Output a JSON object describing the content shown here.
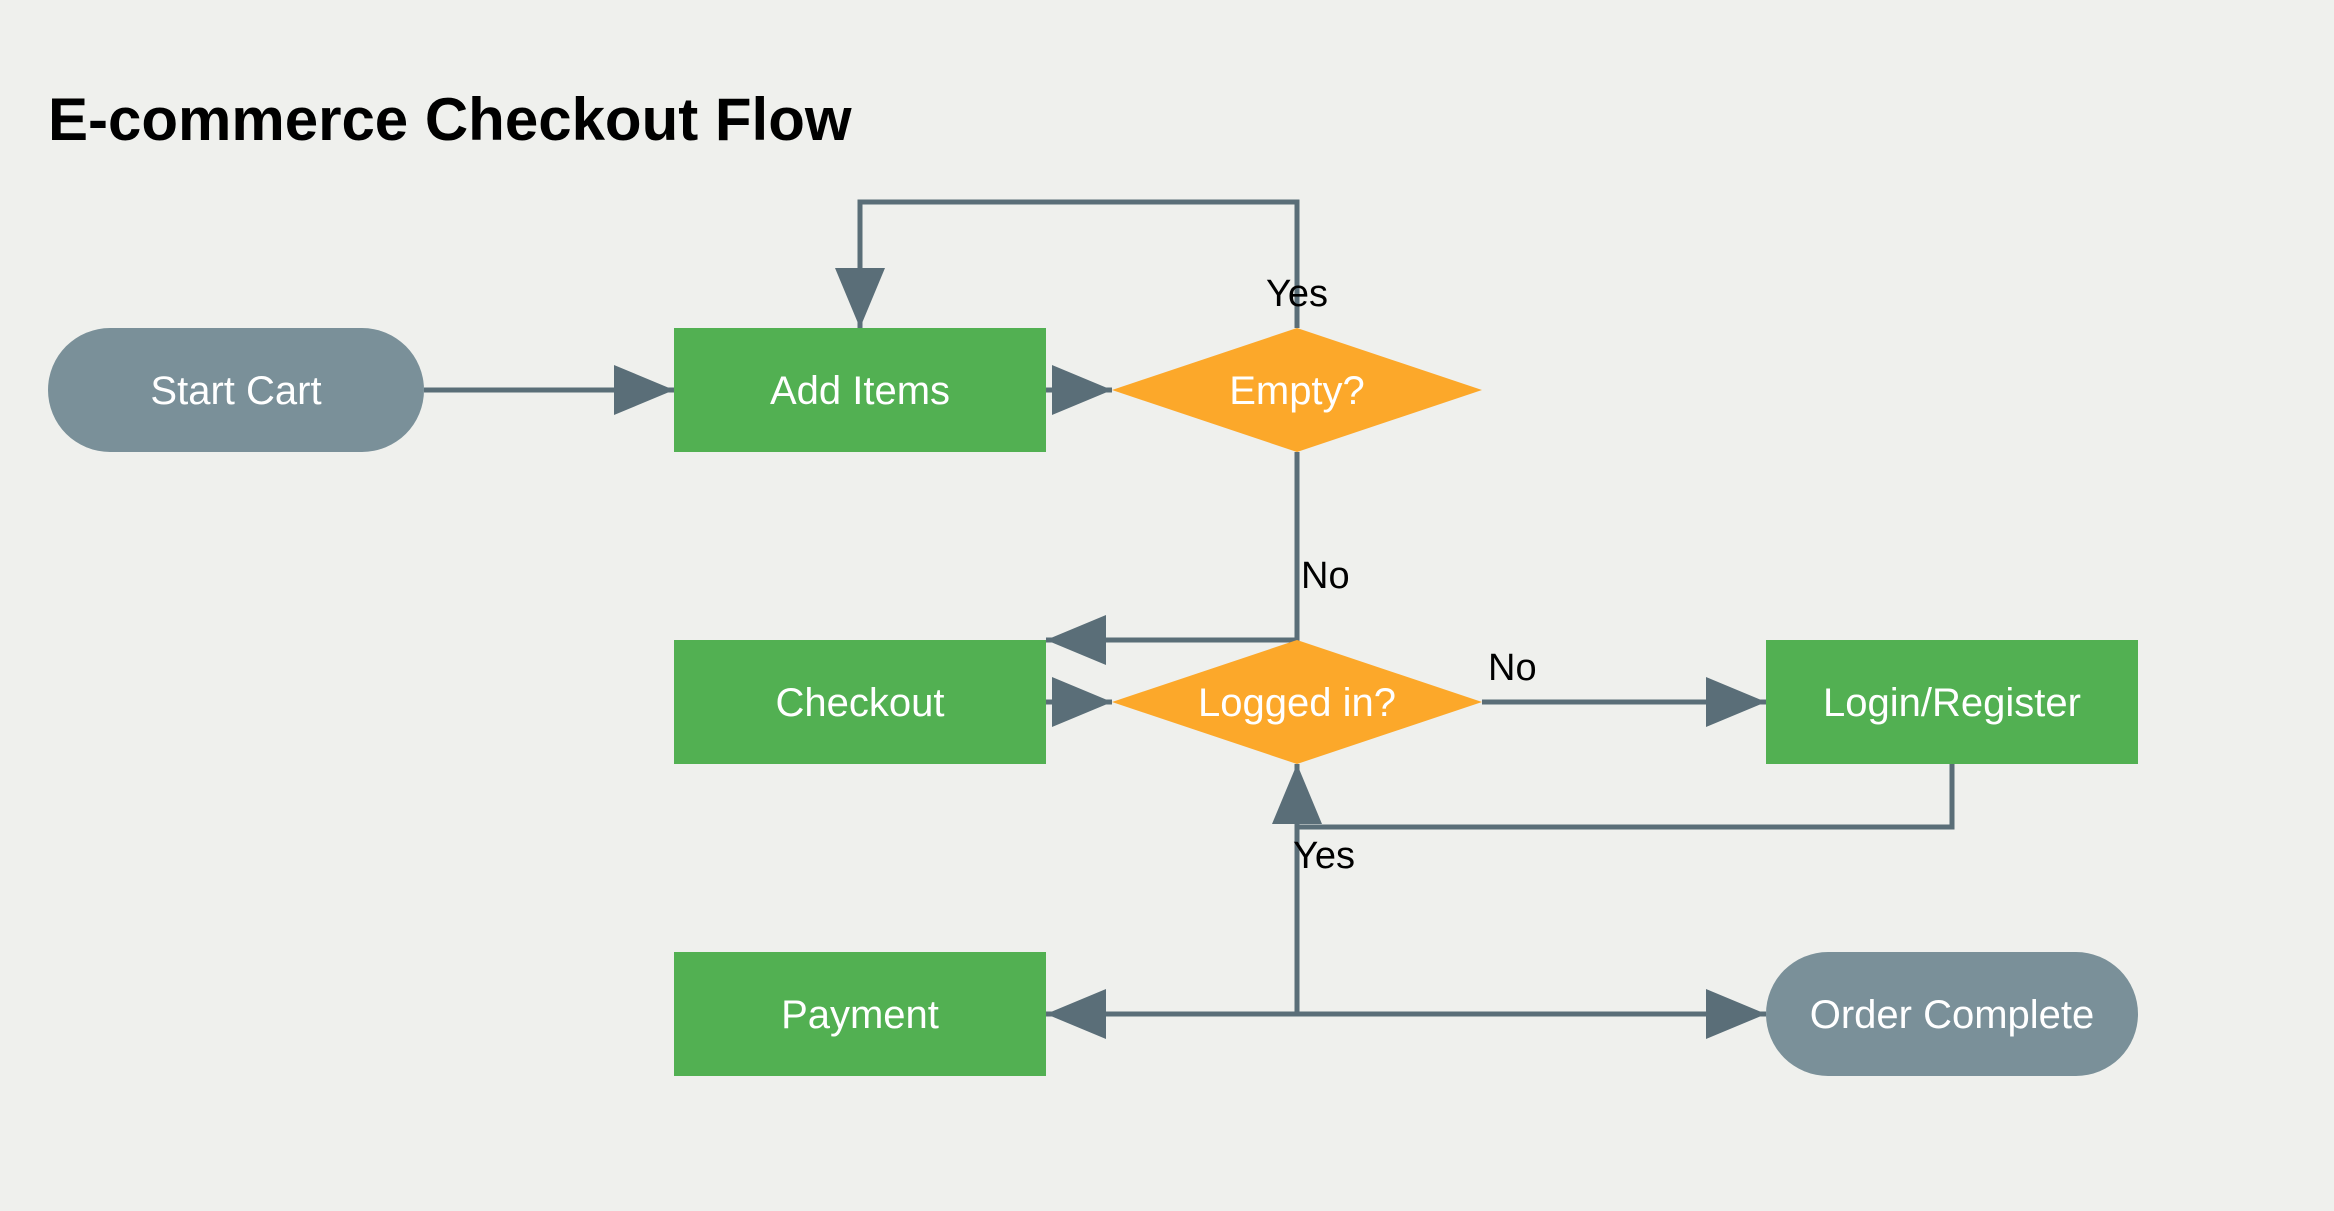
{
  "title": "E-commerce Checkout Flow",
  "colors": {
    "background": "#eff0ed",
    "process": "#52b052",
    "decision": "#fca82a",
    "terminal": "#7a9099",
    "edge": "#5a6e78",
    "node_text": "#ffffff",
    "edge_text": "#000000"
  },
  "nodes": {
    "start": {
      "label": "Start Cart",
      "shape": "terminal"
    },
    "add_items": {
      "label": "Add Items",
      "shape": "process"
    },
    "empty": {
      "label": "Empty?",
      "shape": "decision"
    },
    "checkout": {
      "label": "Checkout",
      "shape": "process"
    },
    "logged_in": {
      "label": "Logged in?",
      "shape": "decision"
    },
    "login_register": {
      "label": "Login/Register",
      "shape": "process"
    },
    "payment": {
      "label": "Payment",
      "shape": "process"
    },
    "order_complete": {
      "label": "Order Complete",
      "shape": "terminal"
    }
  },
  "edges": [
    {
      "from": "start",
      "to": "add_items",
      "label": ""
    },
    {
      "from": "add_items",
      "to": "empty",
      "label": ""
    },
    {
      "from": "empty",
      "to": "add_items",
      "label": "Yes"
    },
    {
      "from": "empty",
      "to": "checkout",
      "label": "No"
    },
    {
      "from": "checkout",
      "to": "logged_in",
      "label": ""
    },
    {
      "from": "logged_in",
      "to": "login_register",
      "label": "No"
    },
    {
      "from": "login_register",
      "to": "logged_in",
      "label": ""
    },
    {
      "from": "logged_in",
      "to": "payment",
      "label": "Yes"
    },
    {
      "from": "payment",
      "to": "order_complete",
      "label": ""
    }
  ],
  "edge_labels": {
    "empty_yes": "Yes",
    "empty_no": "No",
    "logged_no": "No",
    "logged_yes": "Yes"
  }
}
